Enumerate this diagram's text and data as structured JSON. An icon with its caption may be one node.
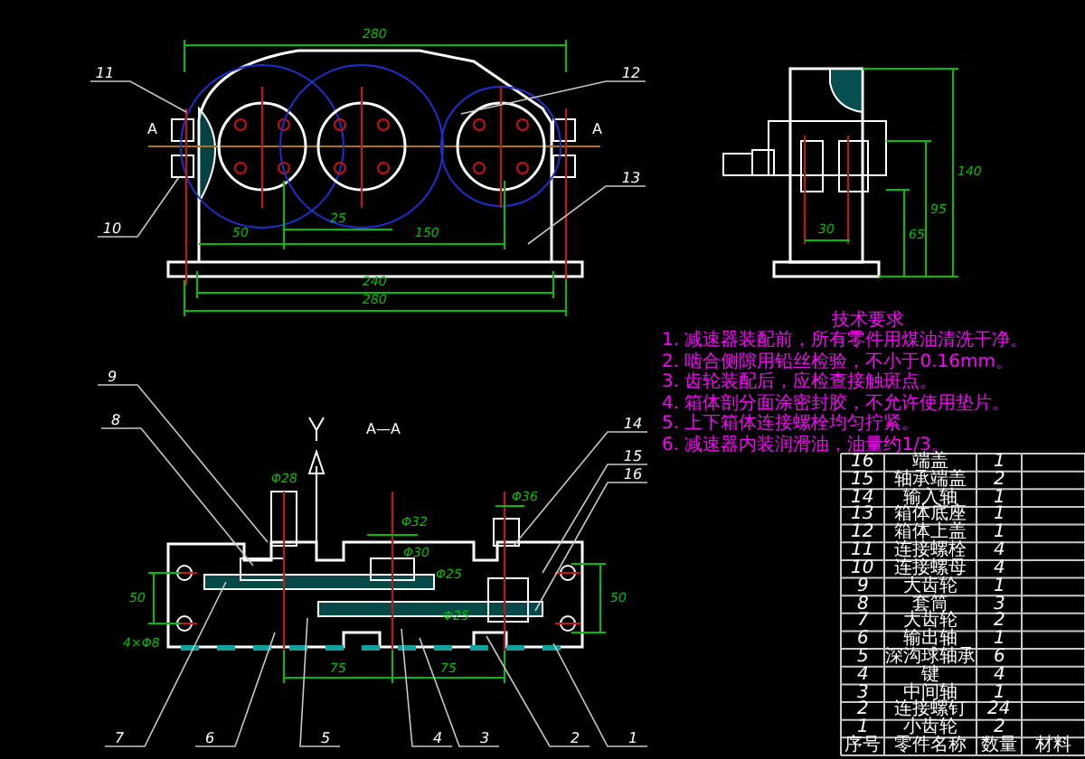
{
  "diagram": {
    "nodes": [
      {
        "text": [
          "11"
        ]
      },
      {
        "text": [
          "12"
        ]
      },
      {
        "text": [
          "10"
        ]
      },
      {
        "text": [
          "13"
        ]
      },
      {
        "text": [
          "9"
        ]
      },
      {
        "text": [
          "8"
        ]
      },
      {
        "text": [
          "14"
        ]
      },
      {
        "text": [
          "15"
        ]
      },
      {
        "text": [
          "16"
        ]
      },
      {
        "text": [
          "7"
        ]
      },
      {
        "text": [
          "6"
        ]
      },
      {
        "text": [
          "5"
        ]
      },
      {
        "text": [
          "4"
        ]
      },
      {
        "text": [
          "3"
        ]
      },
      {
        "text": [
          "2"
        ]
      },
      {
        "text": [
          "1"
        ]
      }
    ],
    "edges": [
      {
        "from": 0,
        "to": null,
        "arrow": "none"
      },
      {
        "from": 1,
        "to": null,
        "arrow": "none"
      },
      {
        "from": 2,
        "to": null,
        "arrow": "none"
      },
      {
        "from": 3,
        "to": null,
        "arrow": "none"
      },
      {
        "from": 4,
        "to": null,
        "arrow": "none"
      },
      {
        "from": 5,
        "to": null,
        "arrow": "none"
      },
      {
        "from": 6,
        "to": null,
        "arrow": "none"
      },
      {
        "from": 7,
        "to": null,
        "arrow": "none"
      },
      {
        "from": 8,
        "to": null,
        "arrow": "none"
      },
      {
        "from": 9,
        "to": null,
        "arrow": "none"
      },
      {
        "from": 10,
        "to": null,
        "arrow": "none"
      },
      {
        "from": 11,
        "to": null,
        "arrow": "none"
      },
      {
        "from": 12,
        "to": null,
        "arrow": "none"
      },
      {
        "from": 13,
        "to": null,
        "arrow": "none"
      },
      {
        "from": 14,
        "to": null,
        "arrow": "none"
      },
      {
        "from": 15,
        "to": null,
        "arrow": "none"
      }
    ],
    "labels": [
      "280",
      "A",
      "A",
      "25",
      "50",
      "150",
      "240",
      "280",
      "140",
      "95",
      "65",
      "30",
      "A—A",
      "Φ36",
      "Φ32",
      "Φ28",
      "Φ30",
      "50",
      "50",
      "Φ25",
      "Φ25",
      "4×Φ8",
      "75",
      "75",
      "技术要求",
      "1. 减速器装配前，所有零件用煤油清洗干净。",
      "2. 啮合侧隙用铅丝检验，不小于0.16mm。",
      "3. 齿轮装配后，应检查接触斑点。",
      "4. 箱体剖分面涂密封胶，不允许使用垫片。",
      "5. 上下箱体连接螺栓均匀拧紧。",
      "6. 减速器内装润滑油，油量约1/3。",
      "16",
      "端盖",
      "1",
      "15",
      "轴承端盖",
      "2",
      "14",
      "输入轴",
      "1",
      "13",
      "箱体底座",
      "1",
      "12",
      "箱体上盖",
      "1",
      "11",
      "连接螺栓",
      "4",
      "10",
      "连接螺母",
      "4",
      "9",
      "大齿轮",
      "1",
      "8",
      "套筒",
      "3",
      "7",
      "大齿轮",
      "2",
      "6",
      "输出轴",
      "1",
      "5",
      "深沟球轴承",
      "6",
      "4",
      "键",
      "4",
      "3",
      "中间轴",
      "1",
      "2",
      "连接螺钉",
      "24",
      "1",
      "小齿轮",
      "2",
      "序号",
      "零件名称",
      "数量",
      "材料"
    ]
  }
}
